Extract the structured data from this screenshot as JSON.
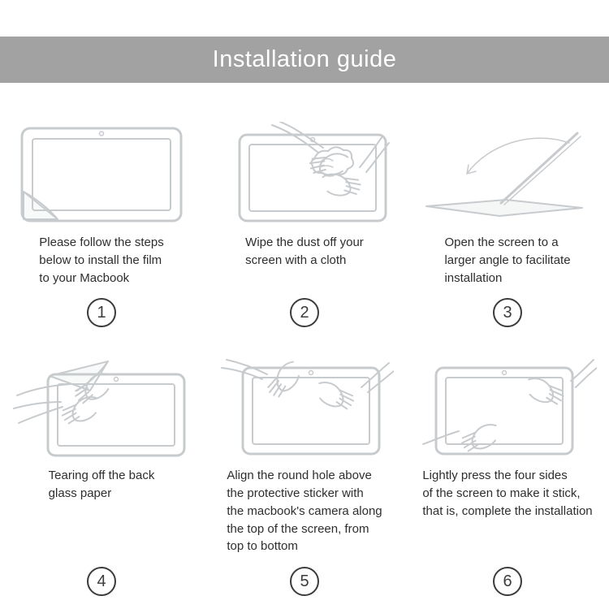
{
  "header": {
    "title": "Installation guide"
  },
  "steps": [
    {
      "number": "1",
      "caption": "Please follow the steps\nbelow to install the film\nto your Macbook",
      "illustration": "macbook-with-film-peeling"
    },
    {
      "number": "2",
      "caption": "Wipe the dust off your\nscreen with a cloth",
      "illustration": "hands-wiping-screen-with-cloth"
    },
    {
      "number": "3",
      "caption": "Open the screen to a\nlarger angle to facilitate\ninstallation",
      "illustration": "laptop-opened-wide"
    },
    {
      "number": "4",
      "caption": "Tearing off the back\nglass paper",
      "illustration": "hands-tearing-backing-paper"
    },
    {
      "number": "5",
      "caption": "Align the round hole above\nthe protective sticker with\nthe macbook's camera along\nthe top of the screen, from\ntop to bottom",
      "illustration": "hands-aligning-film-with-camera"
    },
    {
      "number": "6",
      "caption": "Lightly press the four sides\nof the screen to make it stick,\nthat is, complete the installation",
      "illustration": "hands-pressing-screen-edges"
    }
  ],
  "colors": {
    "header_bg": "#a2a2a2",
    "text_color": "#2e2e2e",
    "illustration_stroke": "#c8cbce",
    "badge_border": "#3c3c3c"
  }
}
